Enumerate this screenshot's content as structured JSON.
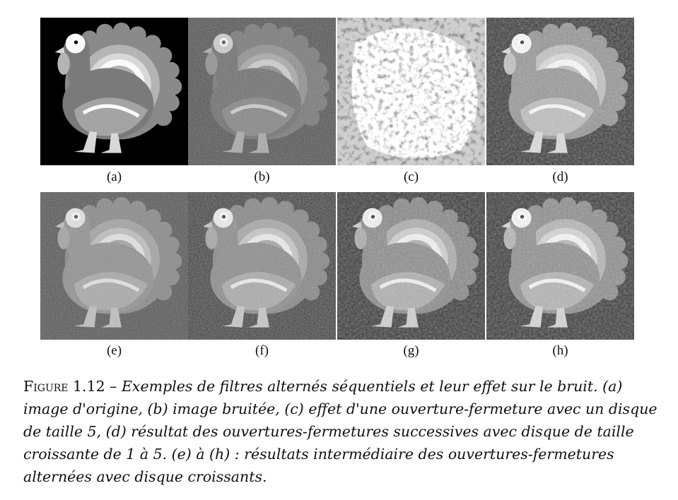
{
  "figure": {
    "panels": [
      {
        "label": "(a)",
        "variant": "original"
      },
      {
        "label": "(b)",
        "variant": "noisy"
      },
      {
        "label": "(c)",
        "variant": "open-close-5"
      },
      {
        "label": "(d)",
        "variant": "asf-final"
      },
      {
        "label": "(e)",
        "variant": "asf-step-1"
      },
      {
        "label": "(f)",
        "variant": "asf-step-2"
      },
      {
        "label": "(g)",
        "variant": "asf-step-3"
      },
      {
        "label": "(h)",
        "variant": "asf-step-4"
      }
    ],
    "caption_prefix": "Figure 1.12 –",
    "caption_text": "Exemples de filtres alternés séquentiels et leur effet sur le bruit. (a) image d'origine, (b) image bruitée, (c) effet d'une ouverture-fermeture avec un disque de taille 5, (d) résultat des ouvertures-fermetures successives avec disque de taille croissante de 1 à 5. (e) à (h) : résultats intermédiaire des ouvertures-fermetures alternées avec disque croissants."
  }
}
